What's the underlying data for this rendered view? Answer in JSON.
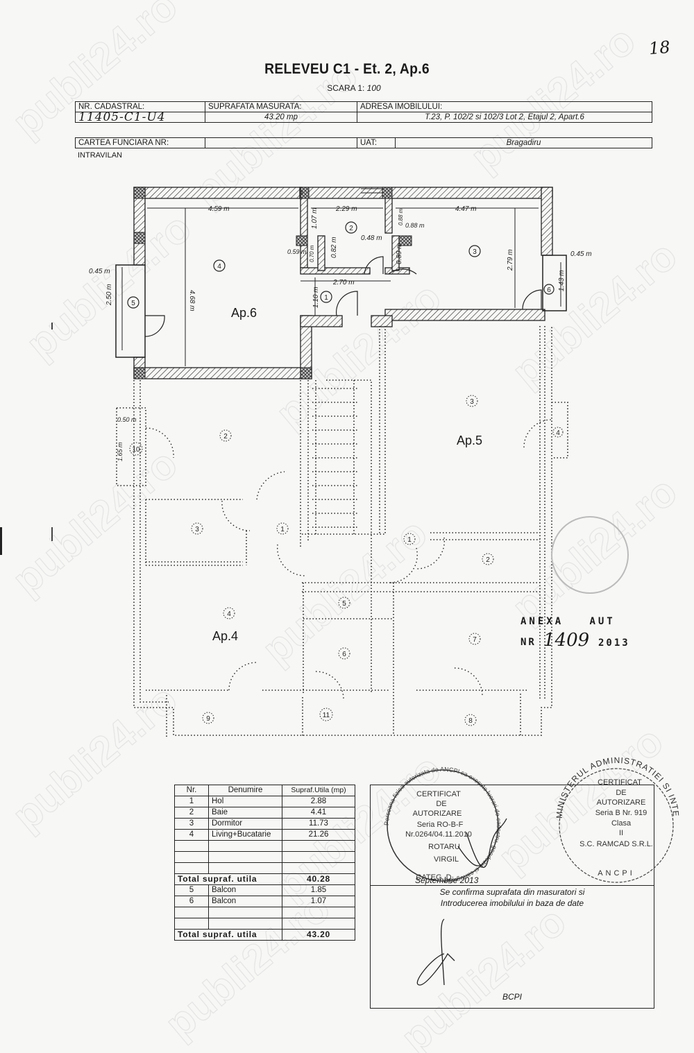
{
  "page_number": "18",
  "title": "RELEVEU C1 - Et. 2, Ap.6",
  "scale": {
    "label": "SCARA 1:",
    "value": "100"
  },
  "header": {
    "nr_cadastral_label": "NR. CADASTRAL:",
    "nr_cadastral_value": "11405-C1-U4",
    "suprafata_label": "SUPRAFATA MASURATA:",
    "suprafata_value": "43.20 mp",
    "adresa_label": "ADRESA IMOBILULUI:",
    "adresa_value": "T.23, P. 102/2 si 102/3 Lot 2, Etajul 2, Apart.6",
    "carte_label": "CARTEA FUNCIARA NR:",
    "carte_value": "",
    "uat_label": "UAT:",
    "uat_value": "Bragadiru",
    "intravilan": "INTRAVILAN"
  },
  "plan": {
    "apartments": [
      "Ap.6",
      "Ap.5",
      "Ap.4"
    ],
    "dimensions": {
      "d1": "4.59 m",
      "d2": "4.68 m",
      "d3": "2.50 m",
      "d4": "0.45 m",
      "d5": "2.29 m",
      "d6": "1.07 m",
      "d7": "0.59 m",
      "d8": "0.70 m",
      "d9": "0.82 m",
      "d10": "0.48 m",
      "d11": "0.89 m",
      "d12": "0.88 m",
      "d13": "0.88 m",
      "d14": "2.70 m",
      "d15": "1.10 m",
      "d16": "4.47 m",
      "d17": "2.79 m",
      "d18": "1.43 m",
      "d19": "0.45 m",
      "d20": "0.50 m",
      "d21": "1.65 m"
    },
    "room_numbers": {
      "r1": "1",
      "r2": "2",
      "r3": "3",
      "r4": "4",
      "r5": "5",
      "r6": "6",
      "a5_3": "3",
      "a5_4": "4",
      "a_2": "2",
      "a_10": "10",
      "a_3": "3",
      "a_1a": "1",
      "a_1b": "1",
      "a_2b": "2",
      "a_4": "4",
      "a_5": "5",
      "a_6": "6",
      "a_7": "7",
      "a_8": "8",
      "a_9": "9",
      "a_11": "11"
    }
  },
  "anexa": {
    "line1a": "ANEXA",
    "line1b": "AUT",
    "nr_label": "NR",
    "nr_value": "1409",
    "year": "2013"
  },
  "table": {
    "headers": [
      "Nr.",
      "Denumire",
      "Supraf.Utila (mp)"
    ],
    "rows": [
      {
        "nr": "1",
        "name": "Hol",
        "area": "2.88"
      },
      {
        "nr": "2",
        "name": "Baie",
        "area": "4.41"
      },
      {
        "nr": "3",
        "name": "Dormitor",
        "area": "11.73"
      },
      {
        "nr": "4",
        "name": "Living+Bucatarie",
        "area": "21.26"
      }
    ],
    "total1_label": "Total supraf. utila",
    "total1_value": "40.28",
    "balcony_rows": [
      {
        "nr": "5",
        "name": "Balcon",
        "area": "1.85"
      },
      {
        "nr": "6",
        "name": "Balcon",
        "area": "1.07"
      }
    ],
    "total2_label": "Total supraf. utila",
    "total2_value": "43.20"
  },
  "stamp_left": {
    "ring": "Persoana fizica autorizata de ANCPI sa execute lucrari de cadastru, geodezie si cartografie",
    "l1": "CERTIFICAT",
    "l2": "DE",
    "l3": "AUTORIZARE",
    "l4": "Seria RO-B-F",
    "l5": "Nr.0264/04.11.2010",
    "l6": "ROTARU",
    "l7": "VIRGIL",
    "l8": "CATEG. D"
  },
  "stamp_right": {
    "ring_top": "MINISTERUL ADMINISTRATIEI SI INTERNELOR",
    "ring_bottom": "ANCPI",
    "l1": "CERTIFICAT",
    "l2": "DE",
    "l3": "AUTORIZARE",
    "l4": "Seria B Nr. 919",
    "l5": "Clasa",
    "l6": "II",
    "l7": "S.C. RAMCAD S.R.L."
  },
  "bcpi": {
    "date": "Septembrie 2013",
    "confirm_line1": "Se confirma suprafata din masuratori si",
    "confirm_line2": "Introducerea imobilului in baza de date",
    "label": "BCPI"
  },
  "colors": {
    "ink": "#1a1a1a",
    "paper": "#f7f7f5",
    "watermark": "#e6e6e6"
  }
}
